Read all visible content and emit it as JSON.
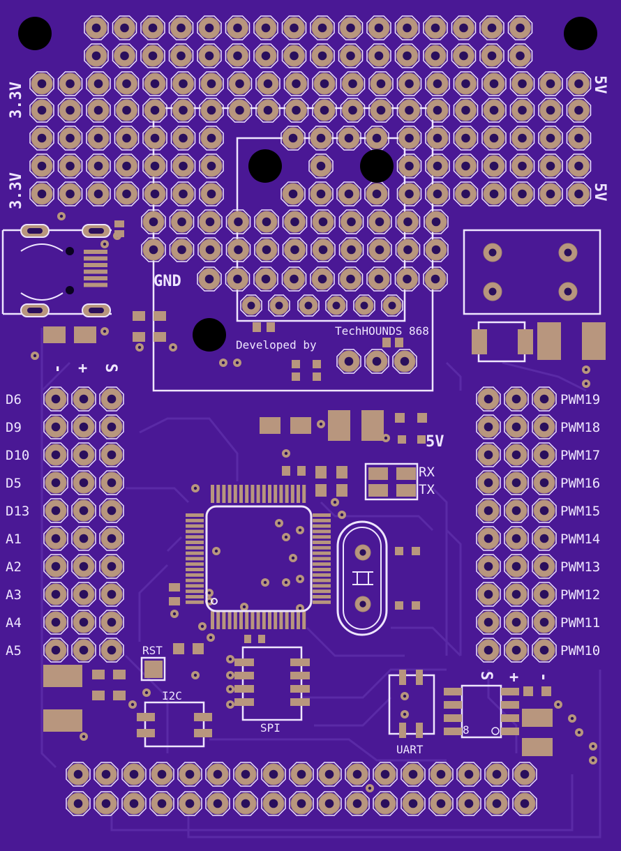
{
  "colors": {
    "board": "#4a1895",
    "trace": "#5a2aa6",
    "pad": "#b8967e",
    "pad_ring": "#a88a72",
    "drill": "#2a0f5c",
    "silk": "#efe6ff",
    "hole": "#000000"
  },
  "labels": {
    "left_top_power": "3.3V",
    "left_bottom_power": "3.3V",
    "right_top_power": "5V",
    "right_bottom_power": "5V",
    "gnd": "GND",
    "brand": "TechHOUNDS 868",
    "developed": "Developed by",
    "header_minus": "-",
    "header_plus": "+",
    "header_signal": "S",
    "power_5v": "5V",
    "rx": "RX",
    "tx": "TX",
    "rst": "RST",
    "i2c": "I2C",
    "spi": "SPI",
    "uart": "UART",
    "servo_s": "S",
    "servo_plus": "+",
    "servo_minus": "-",
    "ic_mark": "8"
  },
  "left_pins": [
    "D6",
    "D9",
    "D10",
    "D5",
    "D13",
    "A1",
    "A2",
    "A3",
    "A4",
    "A5"
  ],
  "right_pins": [
    "PWM19",
    "PWM18",
    "PWM17",
    "PWM16",
    "PWM15",
    "PWM14",
    "PWM13",
    "PWM12",
    "PWM11",
    "PWM10"
  ]
}
